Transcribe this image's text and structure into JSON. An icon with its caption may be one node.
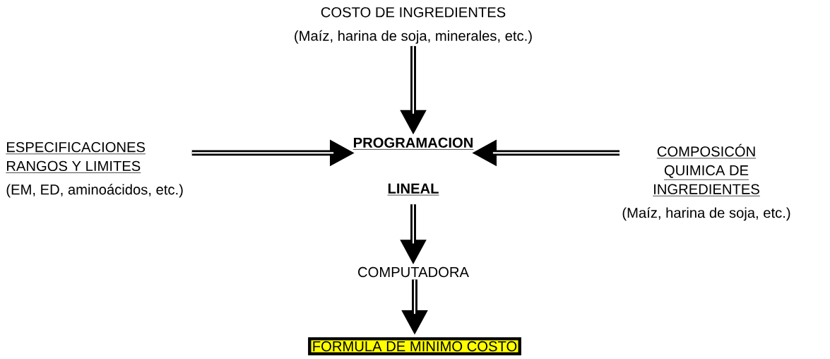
{
  "diagram": {
    "nodes": [
      {
        "text": [
          "COSTO DE INGREDIENTES",
          "(Maíz, harina de soja, minerales, etc.)"
        ]
      },
      {
        "text": [
          "ESPECIFICACIONES RANGOS Y LIMITES",
          "(EM, ED, aminoácidos, etc.)"
        ]
      },
      {
        "text": [
          "PROGRAMACION",
          "LINEAL"
        ]
      },
      {
        "text": [
          "COMPOSICÓN QUIMICA DE INGREDIENTES",
          "(Maíz, harina de soja, etc.)"
        ]
      },
      {
        "text": [
          "COMPUTADORA"
        ]
      },
      {
        "text": [
          "FORMULA DE MINIMO COSTO"
        ]
      }
    ],
    "edges": [
      {
        "from": 0,
        "to": 2,
        "arrow": "to"
      },
      {
        "from": 1,
        "to": 2,
        "arrow": "to"
      },
      {
        "from": 3,
        "to": 2,
        "arrow": "to"
      },
      {
        "from": 2,
        "to": 4,
        "arrow": "to"
      },
      {
        "from": 4,
        "to": 5,
        "arrow": "to"
      }
    ]
  }
}
